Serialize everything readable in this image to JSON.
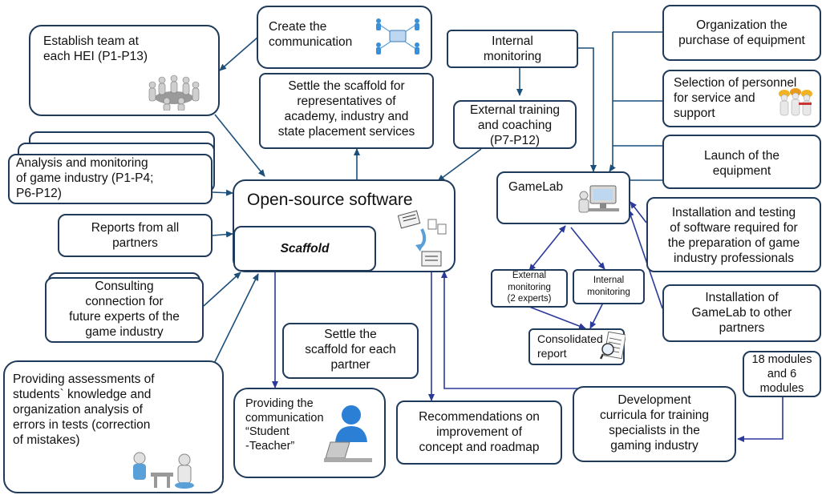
{
  "boxes": {
    "establish_team": {
      "line1": "Establish team at",
      "line2": "each HEI (P1-P13)"
    },
    "create_communication": {
      "line1": "Create the",
      "line2": "communication"
    },
    "internal_monitoring_top": {
      "line1": "Internal",
      "line2": "monitoring"
    },
    "org_purchase": {
      "line1": "Organization the",
      "line2": "purchase of equipment"
    },
    "settle_scaffold_reps": {
      "line1": "Settle the scaffold for",
      "line2": "representatives of",
      "line3": "academy, industry and",
      "line4": "state placement services"
    },
    "external_training": {
      "line1": "External training",
      "line2": "and coaching",
      "line3": "(P7-P12)"
    },
    "selection_personnel": {
      "line1": "Selection of personnel",
      "line2": "for service and",
      "line3": "support"
    },
    "analysis_monitoring": {
      "line1": "Analysis and monitoring",
      "line2": "of game industry (P1-P4;",
      "line3": "P6-P12)"
    },
    "launch_equipment": {
      "line1": "Launch of the",
      "line2": "equipment"
    },
    "open_source": {
      "title": "Open-source software"
    },
    "scaffold": {
      "label": "Scaffold"
    },
    "gamelab": {
      "label": "GameLab"
    },
    "installation_testing": {
      "line1": "Installation and testing",
      "line2": "of software required for",
      "line3": "the preparation of game",
      "line4": "industry professionals"
    },
    "reports": {
      "line1": "Reports from all",
      "line2": "partners"
    },
    "external_monitoring_2": {
      "line1": "External",
      "line2": "monitoring",
      "line3": "(2 experts)"
    },
    "internal_monitoring_small": {
      "line1": "Internal",
      "line2": "monitoring"
    },
    "consulting": {
      "line1": "Consulting",
      "line2": "connection for",
      "line3": "future experts of the",
      "line4": "game industry"
    },
    "installation_gamelab": {
      "line1": "Installation of",
      "line2": "GameLab to other",
      "line3": "partners"
    },
    "consolidated_report": {
      "line1": "Consolidated",
      "line2": "report"
    },
    "settle_scaffold_partner": {
      "line1": "Settle the",
      "line2": "scaffold for each",
      "line3": "partner"
    },
    "modules": {
      "line1": "18 modules",
      "line2": "and 6",
      "line3": "modules"
    },
    "providing_assessments": {
      "line1": "Providing assessments of",
      "line2": "students` knowledge and",
      "line3": "organization analysis of",
      "line4": "errors in tests (correction",
      "line5": "of mistakes)"
    },
    "providing_communication": {
      "line1": "Providing the",
      "line2": "communication",
      "line3": "“Student",
      "line4": "-Teacher”"
    },
    "recommendations": {
      "line1": "Recommendations on",
      "line2": "improvement of",
      "line3": "concept and roadmap"
    },
    "development_curricula": {
      "line1": "Development",
      "line2": "curricula for training",
      "line3": "specialists in the",
      "line4": "gaming industry"
    }
  },
  "icons": [
    "team-meeting-icon",
    "network-people-icon",
    "workers-hardhat-icon",
    "computer-user-icon",
    "documents-flow-icon",
    "magnifier-report-icon",
    "student-teacher-icon",
    "laptop-person-icon"
  ],
  "colors": {
    "border": "#1f3a5a",
    "arrow": "#2b3a9a",
    "line": "#1c4f7a"
  }
}
